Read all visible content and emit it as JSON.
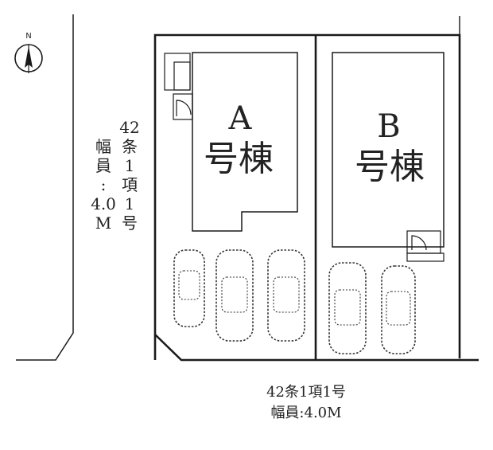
{
  "compass": {
    "north_label": "N",
    "icon": "north-arrow-icon"
  },
  "lot_a": {
    "letter": "A",
    "name": "号棟"
  },
  "lot_b": {
    "letter": "B",
    "name": "号棟"
  },
  "left_road": {
    "col1": [
      "42",
      "条",
      "1",
      "項",
      "1",
      "号"
    ],
    "col2": [
      "幅",
      "員",
      ":",
      "4.0",
      "M"
    ]
  },
  "bottom_road": {
    "line1": "42条1項1号",
    "line2": "幅員:4.0M"
  }
}
